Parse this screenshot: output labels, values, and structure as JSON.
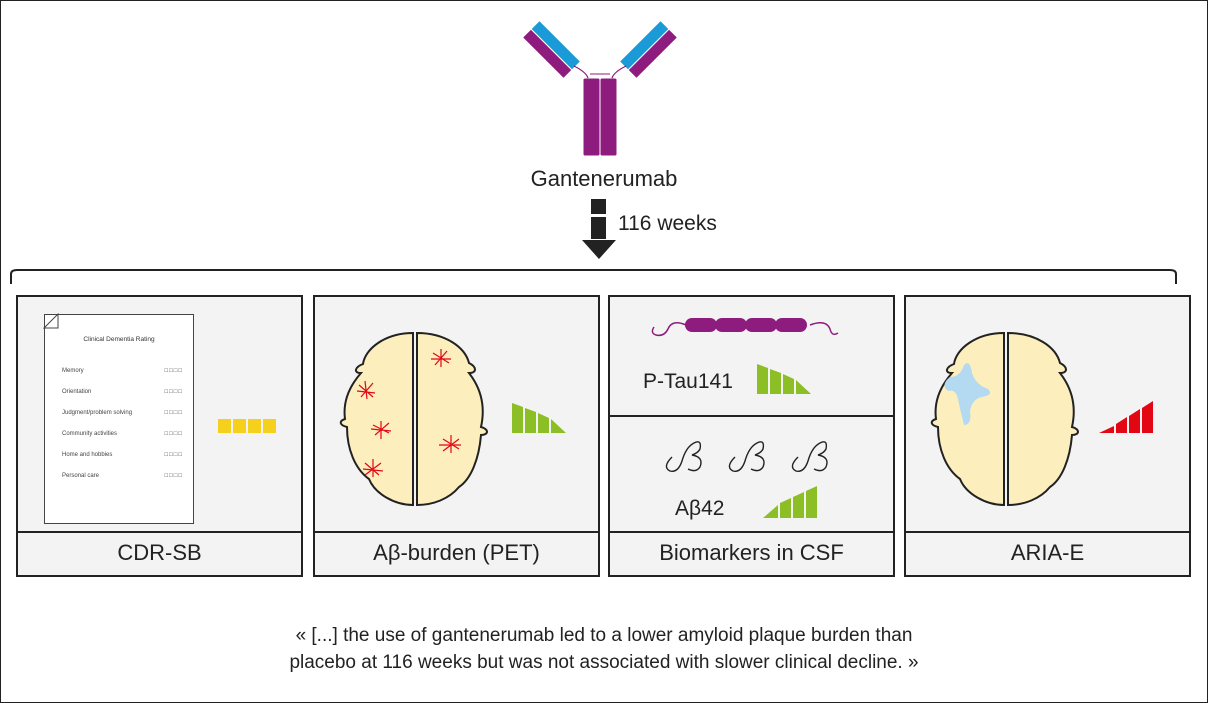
{
  "drug": {
    "name": "Gantenerumab",
    "icon": "antibody-icon",
    "colors": {
      "heavy_chain": "#8e1b7e",
      "light_chain": "#1a9ad6"
    }
  },
  "duration": {
    "label": "116 weeks",
    "icon": "down-arrow-icon"
  },
  "panels": [
    {
      "caption": "CDR-SB",
      "document": {
        "title": "Clinical Dementia Rating",
        "rows": [
          "Memory",
          "Orientation",
          "Judgment/problem solving",
          "Community activities",
          "Home and hobbies",
          "Personal care"
        ],
        "checkbox_glyph": "□□□□"
      },
      "indicator": {
        "type": "unchanged",
        "color": "#f5d11e",
        "levels": 4
      }
    },
    {
      "caption": "Aβ-burden (PET)",
      "indicator": {
        "type": "decreasing",
        "color": "#8cbf26",
        "levels": 4
      }
    },
    {
      "caption": "Biomarkers in CSF",
      "sub": [
        {
          "label": "P-Tau141",
          "indicator": {
            "type": "decreasing",
            "color": "#8cbf26",
            "levels": 4
          }
        },
        {
          "label": "Aβ42",
          "indicator": {
            "type": "increasing",
            "color": "#8cbf26",
            "levels": 4
          }
        }
      ]
    },
    {
      "caption": "ARIA-E",
      "indicator": {
        "type": "increasing",
        "color": "#e30613",
        "levels": 4
      }
    }
  ],
  "quote": {
    "line1": "« [...] the use of gantenerumab led to a lower amyloid plaque burden than",
    "line2": "placebo at 116 weeks but was not associated with slower clinical decline. »"
  },
  "colors": {
    "brain_fill": "#fdeebe",
    "plaque": "#e30613",
    "edema": "#b3daf1",
    "panel_bg": "#f3f3f3"
  }
}
